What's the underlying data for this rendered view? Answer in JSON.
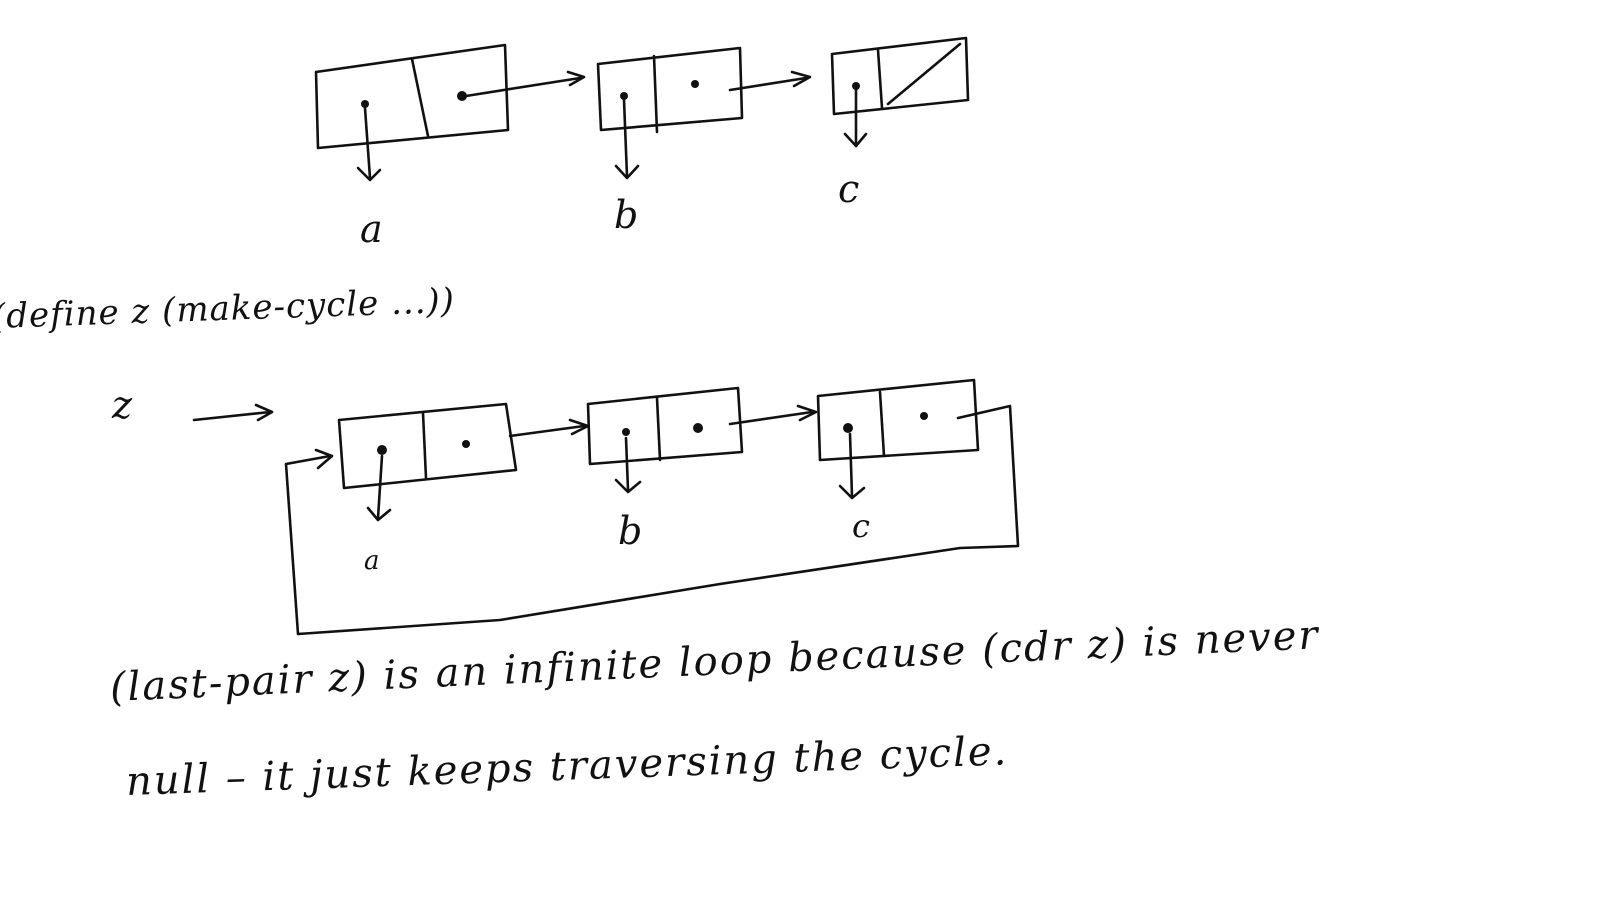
{
  "top_list": {
    "labels": [
      "a",
      "b",
      "c"
    ]
  },
  "define_line": "(define z (make-cycle ...))",
  "cycle_list": {
    "pointer_label": "z",
    "labels": [
      "a",
      "b",
      "c"
    ]
  },
  "explanation": {
    "line1": "(last-pair z) is an infinite loop because (cdr z) is never",
    "line2": "null  –  it just keeps traversing the cycle."
  },
  "colors": {
    "ink": "#111111",
    "paper": "#ffffff"
  }
}
